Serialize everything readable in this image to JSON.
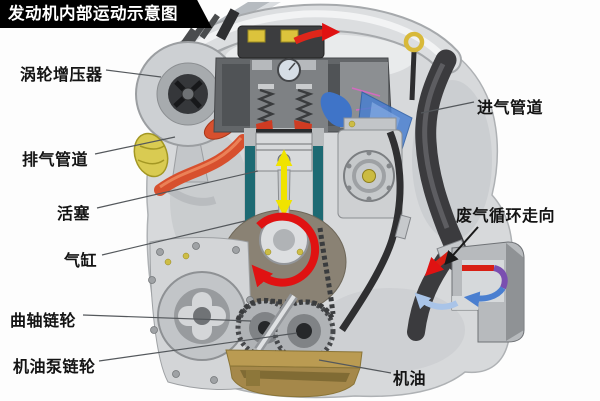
{
  "title": "发动机内部运动示意图",
  "labels": {
    "turbocharger": "涡轮增压器",
    "exhaust_pipe": "排气管道",
    "piston": "活塞",
    "cylinder": "气缸",
    "crankshaft_sprocket": "曲轴链轮",
    "oil_pump_sprocket": "机油泵链轮",
    "intake_pipe": "进气管道",
    "egr_flow": "废气循环走向",
    "engine_oil": "机油"
  },
  "colors": {
    "title_bg": "#000000",
    "title_text": "#ffffff",
    "label_text": "#141414",
    "leader_line": "#54585c",
    "engine_silver": "#d7d9db",
    "pipe_dark": "#3b3b3e",
    "exhaust_red": "#d7502e",
    "coolant_teal": "#1d6a73",
    "intake_blue": "#4a7fd0",
    "piston_motion_arrow": "#f0e300",
    "crank_rotation_arrow": "#e01212",
    "egr_hot_flow": "#d81f14",
    "egr_cooled_flow": "#7a4fb0",
    "fresh_air_flow": "#a9c4e8",
    "oil_tan": "#b2924a",
    "fitting_yellow": "#cdbd45"
  },
  "arrows": [
    {
      "name": "intake-flow-arrow",
      "color": "#e01212"
    },
    {
      "name": "piston-motion-arrow",
      "color": "#f0e300"
    },
    {
      "name": "crank-rotation-arrow",
      "color": "#e01212"
    },
    {
      "name": "egr-inlet-arrow",
      "color": "#d81f14"
    },
    {
      "name": "egr-internal-flow-arrow",
      "color": "#7a4fb0"
    },
    {
      "name": "fresh-air-arrow",
      "color": "#a9c4e8"
    },
    {
      "name": "egr-pointer-arrow",
      "color": "#1a1a1a"
    }
  ]
}
